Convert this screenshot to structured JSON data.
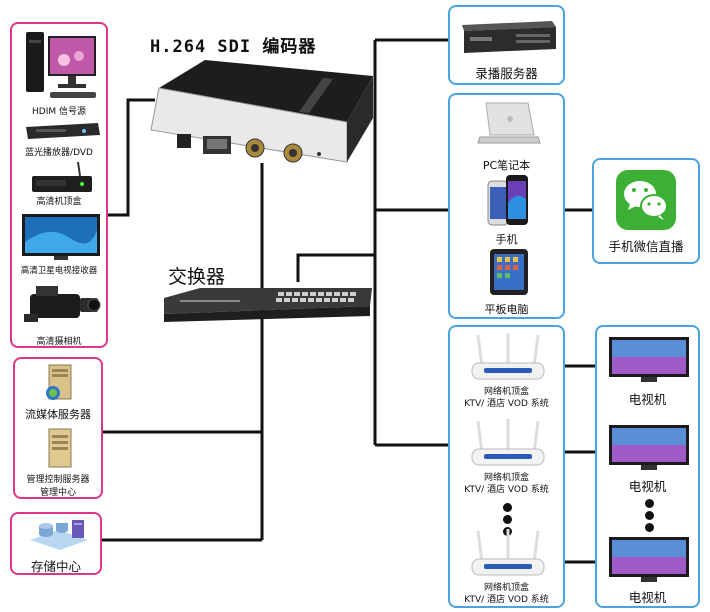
{
  "encoder_title": "H.264 SDI 编码器",
  "switch_title": "交换器",
  "sources": [
    "HDIM 信号源",
    "蓝光播放器/DVD",
    "高清机顶盒",
    "高清卫星电视接收器",
    "高清摄相机"
  ],
  "servers": [
    "流媒体服务器",
    "管理控制服务器",
    "管理中心"
  ],
  "storage": "存储中心",
  "record_server": "录播服务器",
  "terminals": [
    "PC笔记本",
    "手机",
    "平板电脑"
  ],
  "wechat": "手机微信直播",
  "stb_line1": "网络机顶盒",
  "stb_line2": "KTV/ 酒店 VOD 系统",
  "tv": "电视机",
  "colors": {
    "source_border": "#e0338a",
    "output_border": "#4aa3df",
    "wire": "#111111"
  }
}
